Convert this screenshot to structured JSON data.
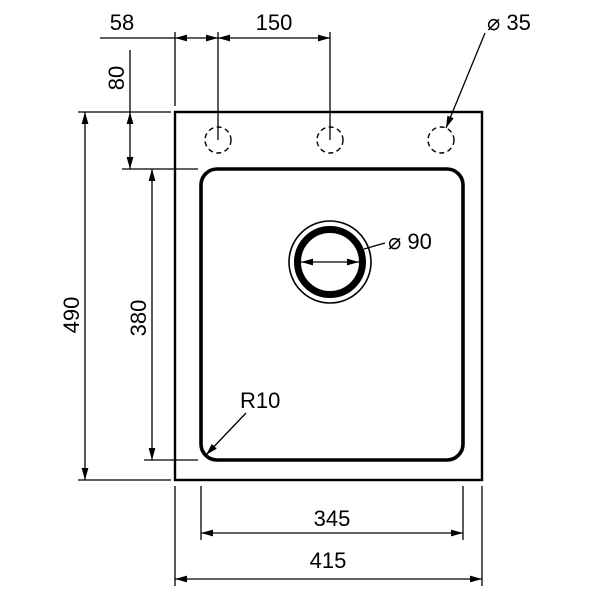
{
  "drawing": {
    "colors": {
      "line": "#000000",
      "background": "#ffffff"
    },
    "labels": {
      "edge_to_first_hole": "58",
      "hole_spacing": "150",
      "tap_hole_diameter": "⌀ 35",
      "rim_to_bowl": "80",
      "overall_height": "490",
      "bowl_length": "380",
      "bowl_width": "345",
      "overall_width": "415",
      "drain_diameter": "⌀ 90",
      "bowl_corner_radius": "R10"
    }
  }
}
